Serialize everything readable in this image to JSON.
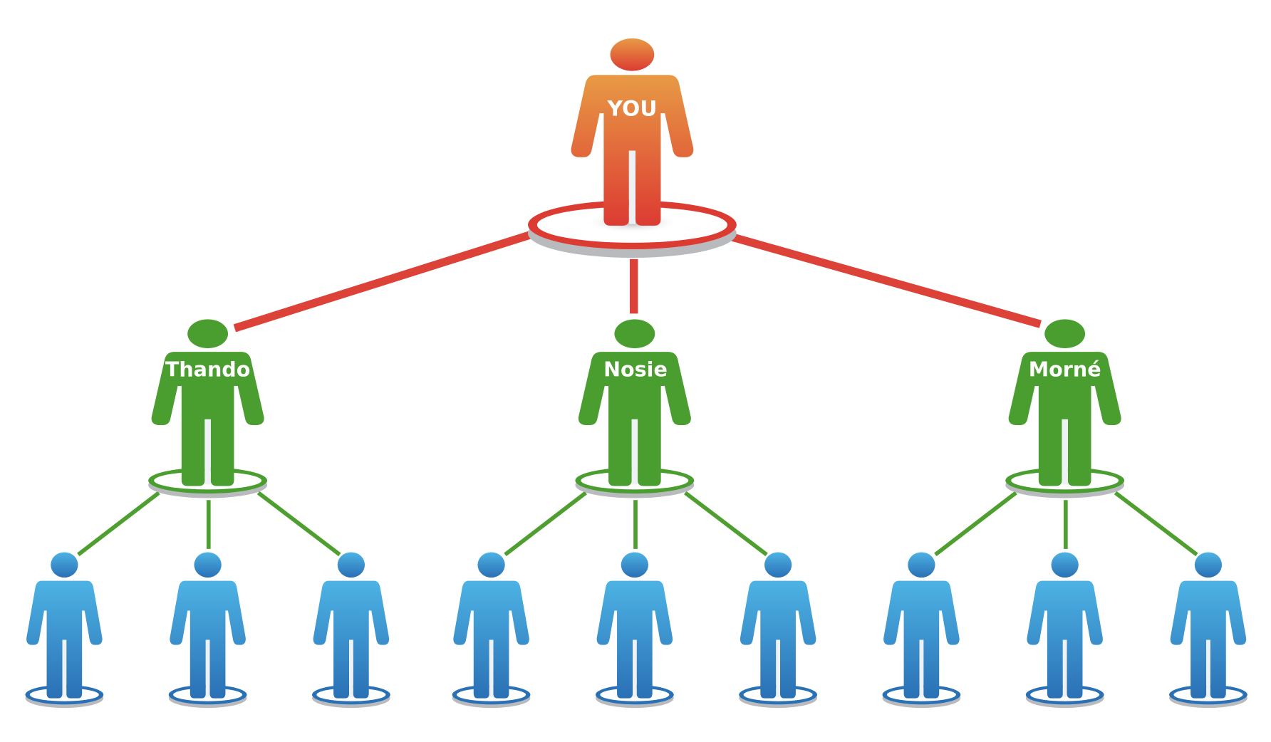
{
  "title": "Referral network diagram",
  "colors": {
    "top_start": "#E89A45",
    "top_end": "#DC3B32",
    "top_link": "#DD4238",
    "level1": "#4A9E2F",
    "level1_link": "#4E9F30",
    "level2_start": "#4DB3E4",
    "level2_end": "#2A70B5",
    "platform_shadow": "#B8BABD"
  },
  "root": {
    "label": "YOU"
  },
  "level1": [
    {
      "label": "Thando",
      "children": 3
    },
    {
      "label": "Nosie",
      "children": 3
    },
    {
      "label": "Morné",
      "children": 3
    }
  ]
}
